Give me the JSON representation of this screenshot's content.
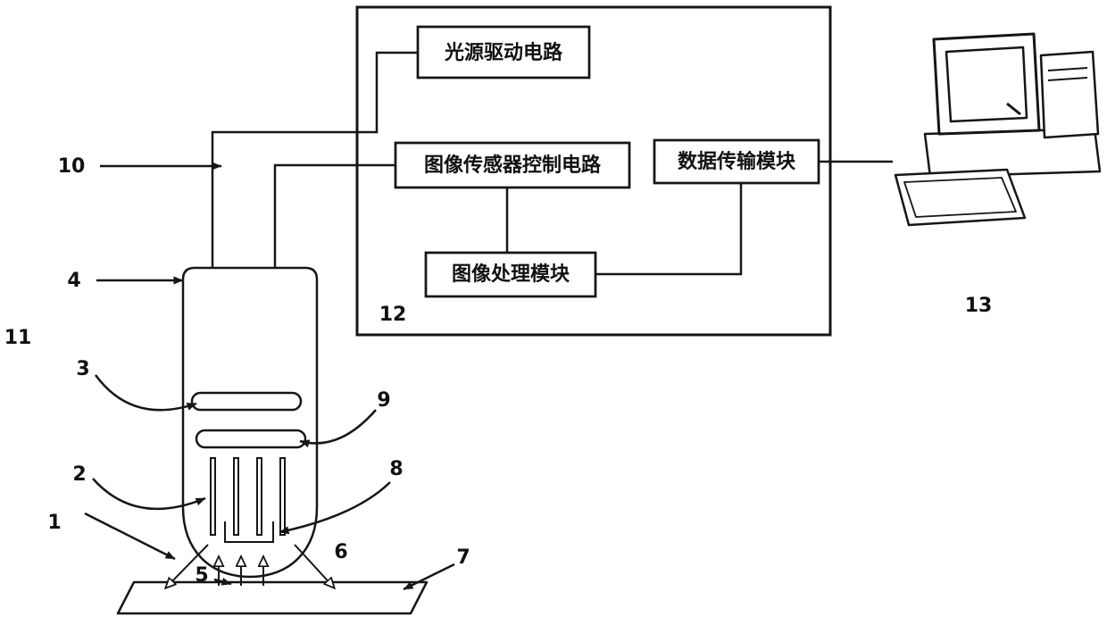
{
  "figure": {
    "colors": {
      "line": "#161616",
      "background": "#ffffff"
    },
    "boxes": {
      "light_driver": "光源驱动电路",
      "sensor_control": "图像传感器控制电路",
      "data_transfer": "数据传输模块",
      "image_processing": "图像处理模块"
    },
    "ref_labels": {
      "r1": "1",
      "r2": "2",
      "r3": "3",
      "r4": "4",
      "r5": "5",
      "r6": "6",
      "r7": "7",
      "r8": "8",
      "r9": "9",
      "r10": "10",
      "r11": "11",
      "r12": "12",
      "r13": "13"
    },
    "icons": {
      "computer": "desktop-computer-sketch"
    }
  }
}
